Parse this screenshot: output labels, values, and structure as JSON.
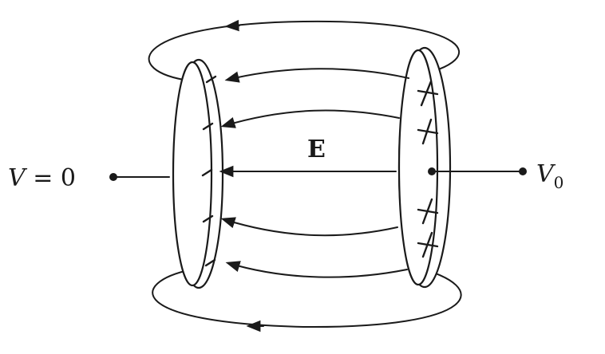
{
  "diagram": {
    "field_label": "E",
    "left_potential": {
      "variable": "V",
      "equals": " = 0"
    },
    "right_potential": {
      "variable": "V",
      "subscript": "0"
    },
    "left_plate_charges": [
      "–",
      "–",
      "–",
      "–",
      "–"
    ],
    "right_plate_charges": [
      "+",
      "+",
      "+",
      "+"
    ],
    "colors": {
      "ink": "#1a1a1a",
      "background": "#ffffff"
    }
  }
}
